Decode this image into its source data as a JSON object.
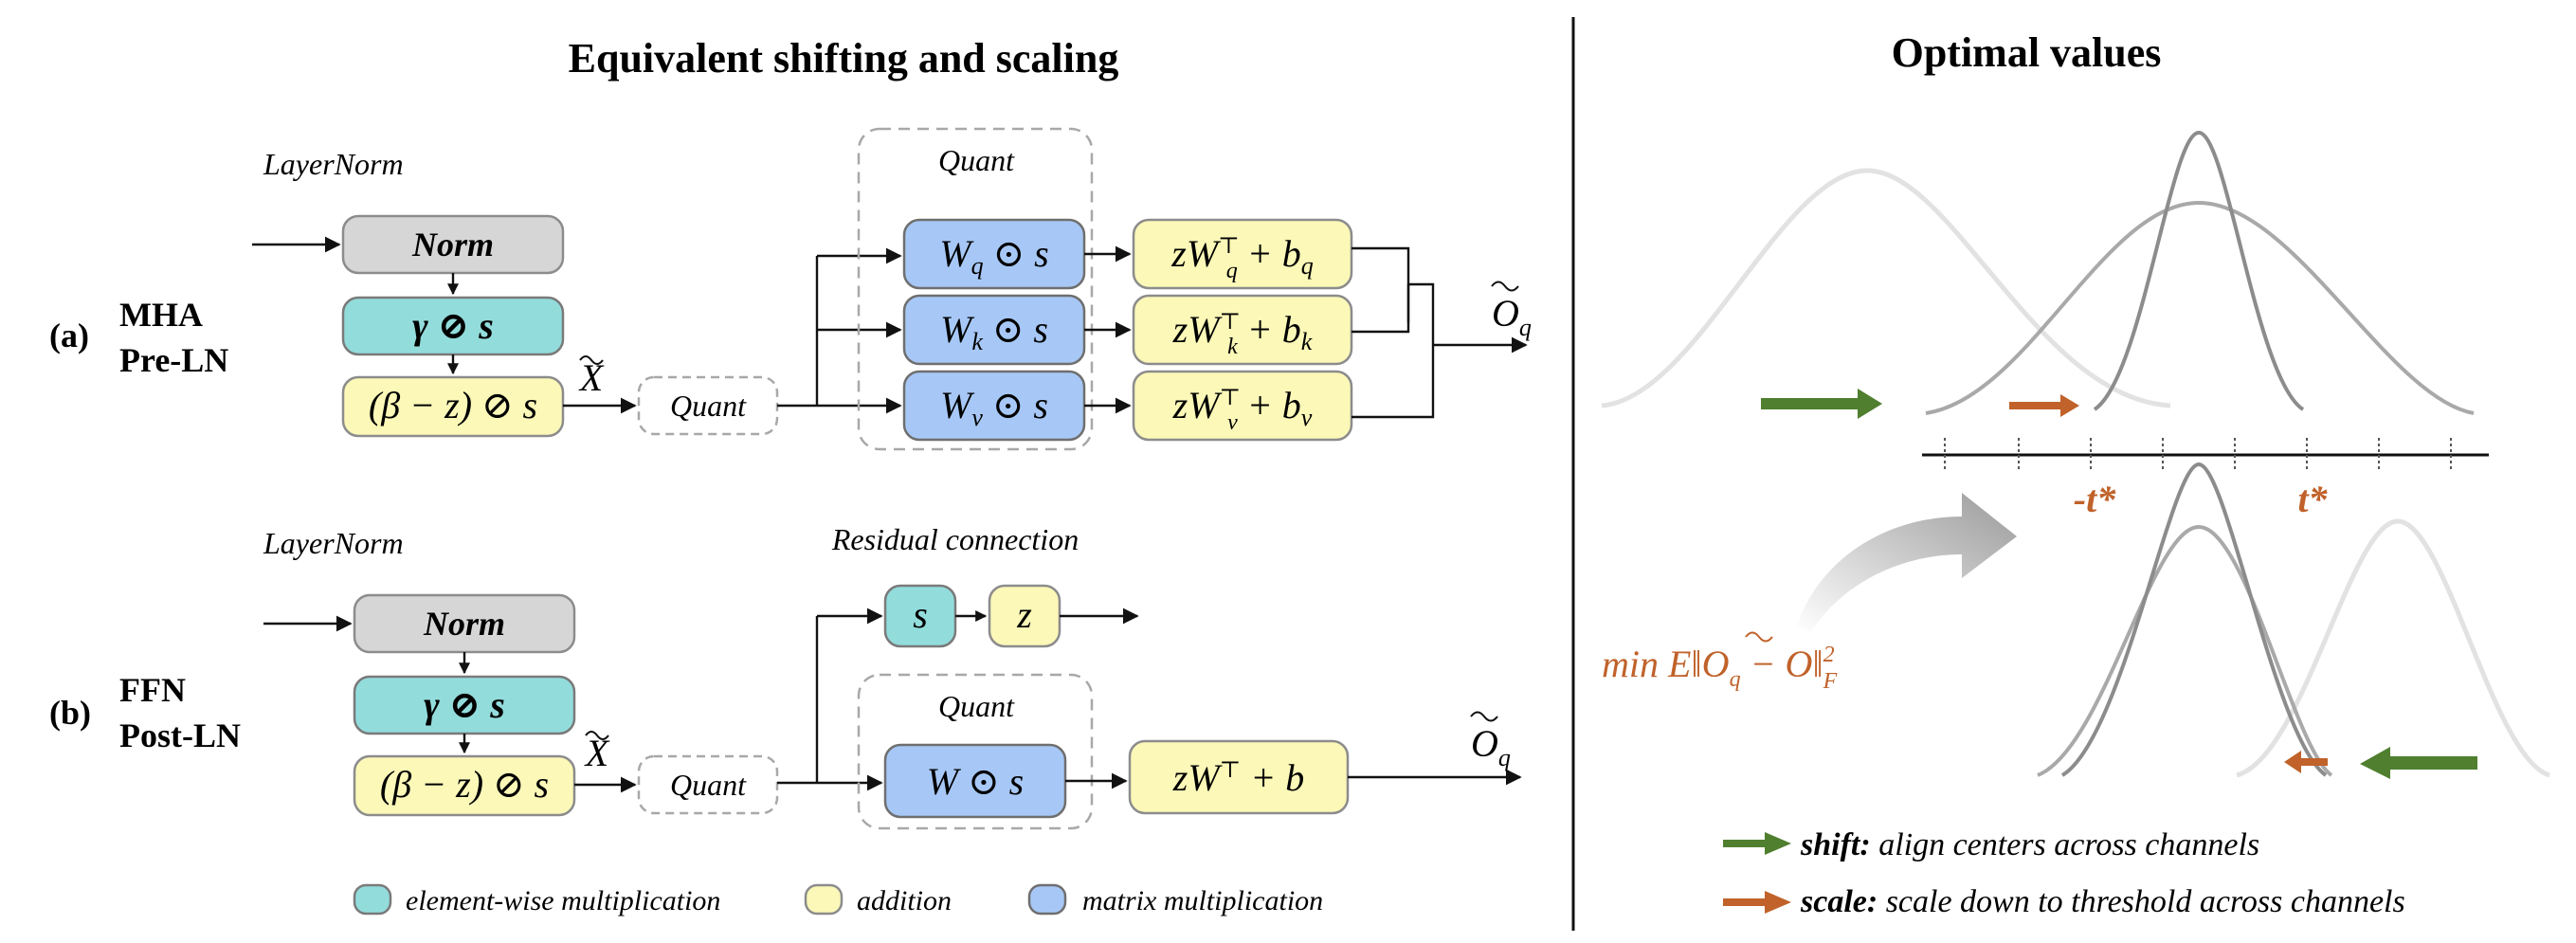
{
  "left_panel": {
    "title": "Equivalent shifting and scaling",
    "row_a": {
      "tag": "(a)",
      "label_line1": "MHA",
      "label_line2": "Pre-LN",
      "layernorm_caption": "LayerNorm",
      "norm": "Norm",
      "gamma": "γ ⊘ s",
      "beta": "(β − z) ⊘ s",
      "x_tilde": "X",
      "quant": "Quant",
      "group_caption": "Quant",
      "wq": "W",
      "wq_sub": "q",
      "wk": "W",
      "wk_sub": "k",
      "wv": "W",
      "wv_sub": "v",
      "odot_s": " ⊙ s",
      "bias_q": {
        "pre": "zW",
        "sub": "q",
        "sup": "⊤",
        "mid": " + b",
        "bsub": "q"
      },
      "bias_k": {
        "pre": "zW",
        "sub": "k",
        "sup": "⊤",
        "mid": " + b",
        "bsub": "k"
      },
      "bias_v": {
        "pre": "zW",
        "sub": "v",
        "sup": "⊤",
        "mid": " + b",
        "bsub": "v"
      },
      "output": "O",
      "output_sub": "q"
    },
    "row_b": {
      "tag": "(b)",
      "label_line1": "FFN",
      "label_line2": "Post-LN",
      "layernorm_caption": "LayerNorm",
      "norm": "Norm",
      "gamma": "γ ⊘ s",
      "beta": "(β − z) ⊘ s",
      "x_tilde": "X",
      "quant": "Quant",
      "residual_caption": "Residual connection",
      "s_box": "s",
      "z_box": "z",
      "group_caption": "Quant",
      "w": "W ⊙ s",
      "bias": {
        "pre": "zW",
        "sup": "⊤",
        "mid": " + b"
      },
      "output": "O",
      "output_sub": "q"
    },
    "legend": [
      {
        "label": "element-wise multiplication",
        "color": "#93dcdc"
      },
      {
        "label": "addition",
        "color": "#fbf8b8"
      },
      {
        "label": "matrix multiplication",
        "color": "#a7c8f6"
      }
    ]
  },
  "right_panel": {
    "title": "Optimal values",
    "axis_left_label": "-t*",
    "axis_right_label": "t*",
    "objective": {
      "prefix": "min E‖",
      "o": "O",
      "o_sub": "q",
      "rest": " − O‖",
      "sup": "2",
      "sub": "F"
    },
    "legend": [
      {
        "bold": "shift:",
        "text": " align centers across channels",
        "color": "#4f7f2f"
      },
      {
        "bold": "scale:",
        "text": " scale down to threshold across channels",
        "color": "#c0622a"
      }
    ]
  },
  "colors": {
    "shift_green": "#4f7f2f",
    "scale_orange": "#c0622a",
    "divider": "#111111"
  }
}
